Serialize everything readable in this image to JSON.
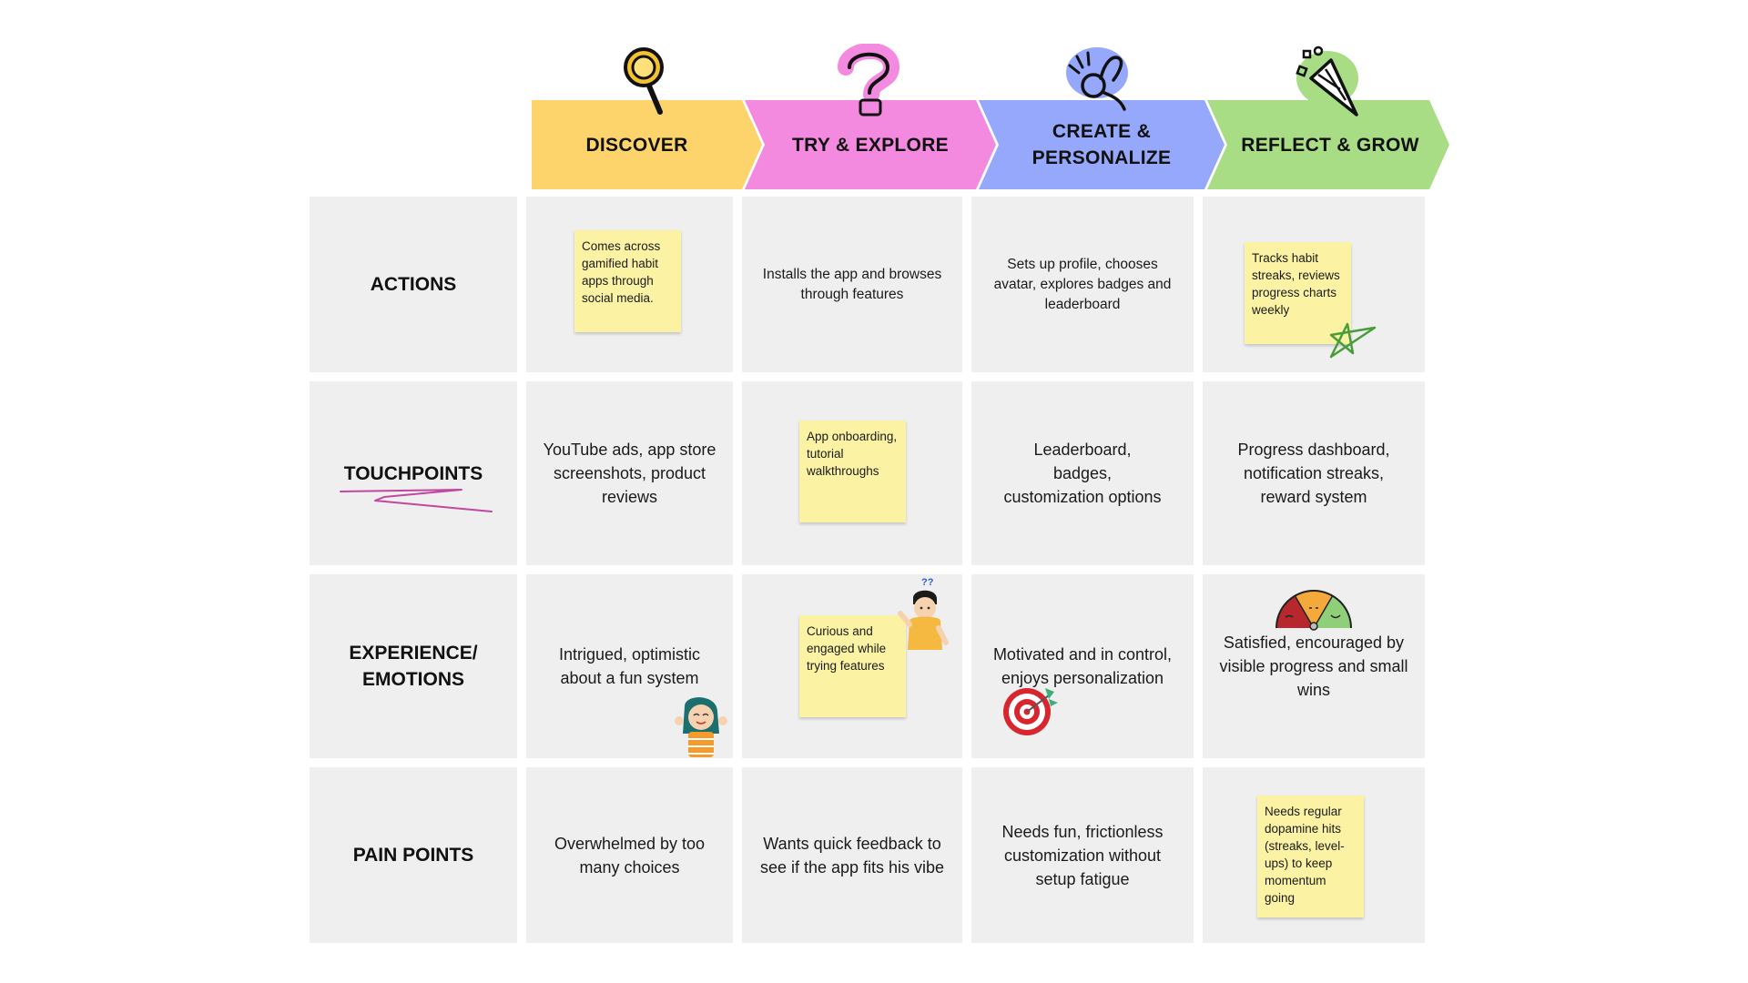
{
  "stages": [
    {
      "id": "discover",
      "label": "DISCOVER",
      "color": "#fdd36b",
      "icon": "magnifier-icon"
    },
    {
      "id": "try-explore",
      "label": "TRY & EXPLORE",
      "color": "#f48ae0",
      "icon": "question-mark-icon"
    },
    {
      "id": "create-personalize",
      "label_line1": "CREATE &",
      "label_line2": "PERSONALIZE",
      "color": "#95a8fb",
      "icon": "ok-hand-icon"
    },
    {
      "id": "reflect-grow",
      "label": "REFLECT & GROW",
      "color": "#a8dc85",
      "icon": "party-popper-icon"
    }
  ],
  "rows": [
    {
      "id": "actions",
      "label": "ACTIONS"
    },
    {
      "id": "touchpoints",
      "label": "TOUCHPOINTS"
    },
    {
      "id": "experience",
      "label_line1": "EXPERIENCE/",
      "label_line2": "EMOTIONS"
    },
    {
      "id": "pain-points",
      "label": "PAIN POINTS"
    }
  ],
  "cells": {
    "actions": {
      "discover": "Comes across gamified habit apps through social media.",
      "try_explore": "Installs the app and browses through features",
      "create_personalize": "Sets up profile, chooses avatar, explores badges and leaderboard",
      "reflect_grow": "Tracks habit streaks, reviews progress charts weekly"
    },
    "touchpoints": {
      "discover": "YouTube ads, app store screenshots, product reviews",
      "try_explore": "App onboarding, tutorial walkthroughs",
      "create_personalize": "Leaderboard, badges, customization options",
      "reflect_grow": "Progress dashboard, notification streaks, reward system"
    },
    "experience": {
      "discover": "Intrigued, optimistic about a fun system",
      "try_explore": "Curious and engaged while trying features",
      "create_personalize": "Motivated and in control, enjoys personalization",
      "reflect_grow": "Satisfied, encouraged by visible progress and small wins"
    },
    "pain_points": {
      "discover": "Overwhelmed by too many choices",
      "try_explore": "Wants quick feedback to see if the app fits his vibe",
      "create_personalize": "Needs fun, frictionless customization without setup fatigue",
      "reflect_grow": "Needs regular dopamine hits (streaks, level-ups) to keep momentum going"
    }
  },
  "decorations": {
    "question_marks": "??"
  },
  "colors": {
    "cell_bg": "#efefef",
    "sticky": "#fbf3a3",
    "scribble": "#c2479e",
    "star": "#4a9c3a",
    "target_red": "#d8262f"
  }
}
